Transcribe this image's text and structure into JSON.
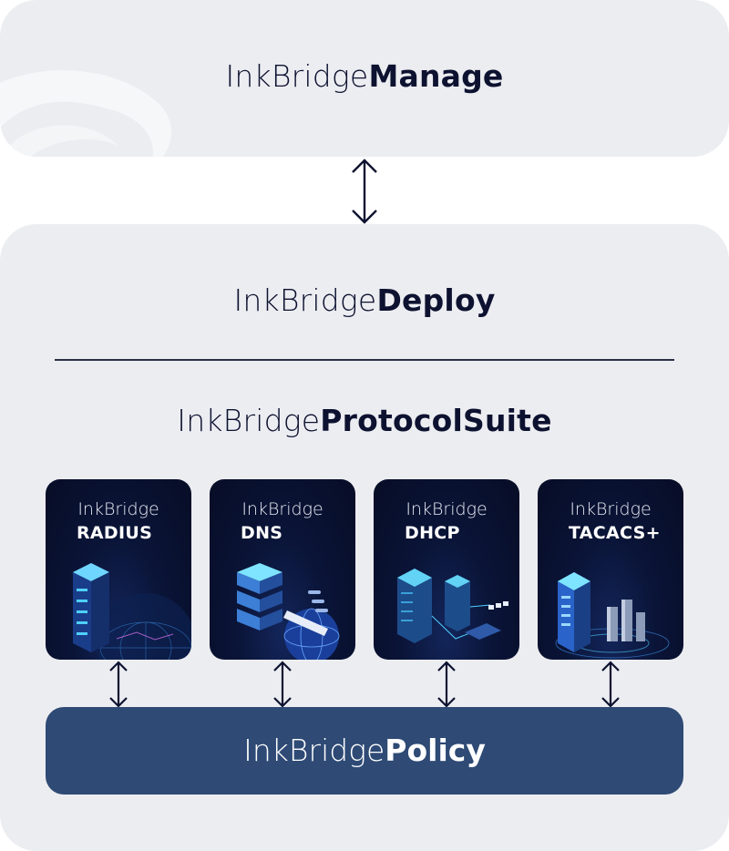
{
  "manage": {
    "prefix": "InkBridge",
    "suffix": "Manage"
  },
  "deploy": {
    "prefix": "InkBridge",
    "suffix": "Deploy"
  },
  "suite": {
    "prefix": "InkBridge",
    "suffix": "ProtocolSuite"
  },
  "cards": [
    {
      "brand": "InkBridge",
      "name": "RADIUS",
      "icon": "server-rack-globe-icon"
    },
    {
      "brand": "InkBridge",
      "name": "DNS",
      "icon": "server-stack-globe-icon"
    },
    {
      "brand": "InkBridge",
      "name": "DHCP",
      "icon": "server-network-icon"
    },
    {
      "brand": "InkBridge",
      "name": "TACACS+",
      "icon": "server-city-icon"
    }
  ],
  "policy": {
    "prefix": "InkBridge",
    "suffix": "Policy"
  },
  "colors": {
    "panel": "#ecedf1",
    "card": "#0a1437",
    "policy": "#2e4a75",
    "text": "#0d1230",
    "accent": "#4fd0ff"
  }
}
